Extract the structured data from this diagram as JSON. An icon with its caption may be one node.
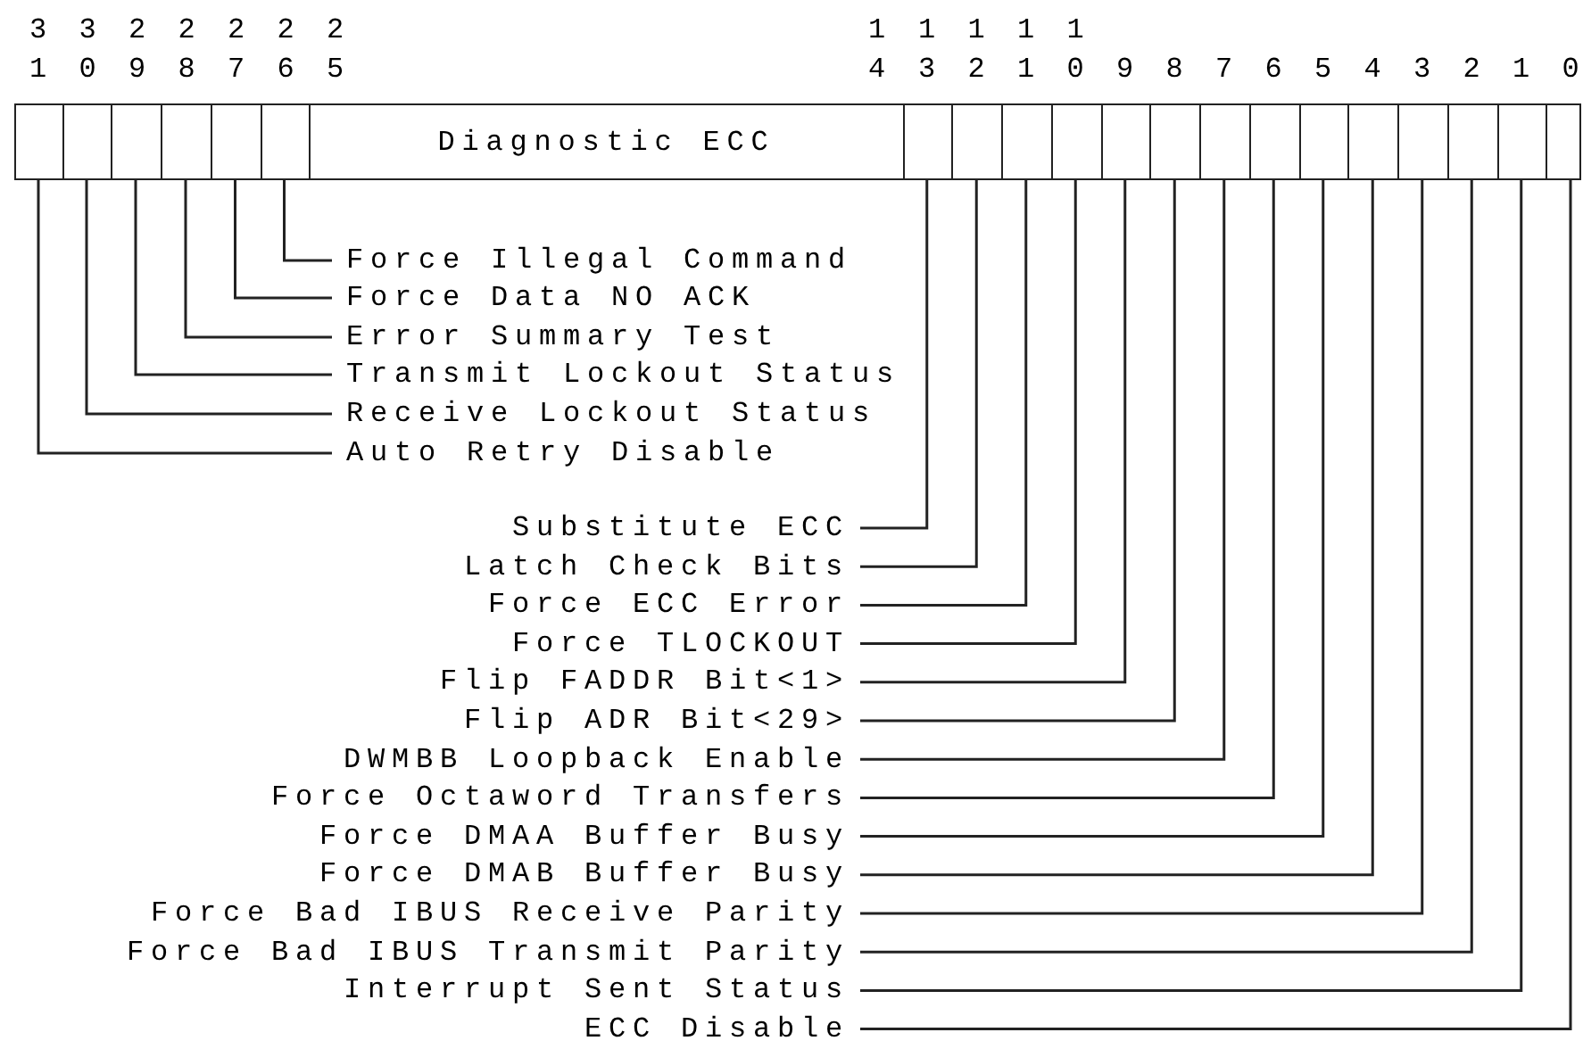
{
  "diagram": {
    "nodes": [
      {
        "text": [],
        "shape": "box"
      },
      {
        "text": [],
        "shape": "box"
      },
      {
        "text": [],
        "shape": "box"
      },
      {
        "text": [],
        "shape": "box"
      },
      {
        "text": [],
        "shape": "box"
      },
      {
        "text": [],
        "shape": "box"
      },
      {
        "text": [
          "Diagnostic ECC"
        ]
      },
      {
        "text": [],
        "shape": "box"
      },
      {
        "text": [],
        "shape": "box"
      },
      {
        "text": [],
        "shape": "box"
      },
      {
        "text": [],
        "shape": "box"
      },
      {
        "text": [],
        "shape": "box"
      },
      {
        "text": [],
        "shape": "box"
      },
      {
        "text": [],
        "shape": "box"
      },
      {
        "text": [],
        "shape": "box"
      },
      {
        "text": [],
        "shape": "box"
      },
      {
        "text": [],
        "shape": "box"
      },
      {
        "text": [],
        "shape": "box"
      },
      {
        "text": [],
        "shape": "box"
      },
      {
        "text": [],
        "shape": "box"
      },
      {
        "text": [],
        "shape": "box"
      },
      {
        "text": [
          "Force Illegal Command"
        ]
      },
      {
        "text": [
          "Force Data NO ACK"
        ]
      },
      {
        "text": [
          "Error Summary Test"
        ]
      },
      {
        "text": [
          "Transmit Lockout Status"
        ]
      },
      {
        "text": [
          "Receive Lockout Status"
        ]
      },
      {
        "text": [
          "Auto Retry Disable"
        ]
      },
      {
        "text": [
          "Substitute ECC"
        ]
      },
      {
        "text": [
          "Latch Check Bits"
        ]
      },
      {
        "text": [
          "Force ECC Error"
        ]
      },
      {
        "text": [
          "Force TLOCKOUT"
        ]
      },
      {
        "text": [
          "Flip FADDR Bit<1>"
        ]
      },
      {
        "text": [
          "Flip ADR Bit<29>"
        ]
      },
      {
        "text": [
          "DWMBB Loopback Enable"
        ]
      },
      {
        "text": [
          "Force Octaword Transfers"
        ]
      },
      {
        "text": [
          "Force DMAA Buffer Busy"
        ]
      },
      {
        "text": [
          "Force DMAB Buffer Busy"
        ]
      },
      {
        "text": [
          "Force Bad IBUS Receive Parity"
        ]
      },
      {
        "text": [
          "Force Bad IBUS Transmit Parity"
        ]
      },
      {
        "text": [
          "Interrupt Sent Status"
        ]
      },
      {
        "text": [
          "ECC Disable"
        ]
      }
    ],
    "edges": [
      {
        "from": 21,
        "to": 5,
        "arrow": "none"
      },
      {
        "from": 22,
        "to": 4,
        "arrow": "none"
      },
      {
        "from": 23,
        "to": 3,
        "arrow": "none"
      },
      {
        "from": 24,
        "to": 2,
        "arrow": "none"
      },
      {
        "from": 25,
        "to": 1,
        "arrow": "none"
      },
      {
        "from": 26,
        "to": 0,
        "arrow": "none"
      },
      {
        "from": 27,
        "to": 7,
        "arrow": "none"
      },
      {
        "from": 28,
        "to": 8,
        "arrow": "none"
      },
      {
        "from": 29,
        "to": 9,
        "arrow": "none"
      },
      {
        "from": 30,
        "to": 10,
        "arrow": "none"
      },
      {
        "from": 31,
        "to": 11,
        "arrow": "none"
      },
      {
        "from": 32,
        "to": 12,
        "arrow": "none"
      },
      {
        "from": 33,
        "to": 13,
        "arrow": "none"
      },
      {
        "from": 34,
        "to": 14,
        "arrow": "none"
      },
      {
        "from": 35,
        "to": 15,
        "arrow": "none"
      },
      {
        "from": 36,
        "to": 16,
        "arrow": "none"
      },
      {
        "from": 37,
        "to": 17,
        "arrow": "none"
      },
      {
        "from": 38,
        "to": 18,
        "arrow": "none"
      },
      {
        "from": 39,
        "to": 19,
        "arrow": "none"
      },
      {
        "from": 40,
        "to": 20,
        "arrow": "none"
      }
    ],
    "labels": [
      "31",
      "30",
      "29",
      "28",
      "27",
      "26",
      "25",
      "14",
      "13",
      "12",
      "11",
      "10",
      "9",
      "8",
      "7",
      "6",
      "5",
      "4",
      "3",
      "2",
      "1",
      "0"
    ]
  }
}
